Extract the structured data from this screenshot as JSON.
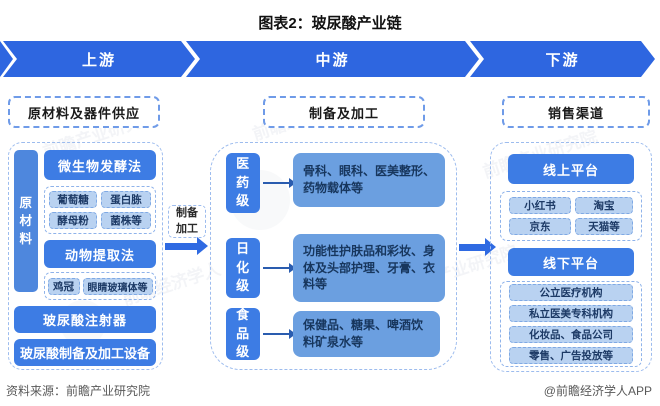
{
  "title": "图表2：玻尿酸产业链",
  "banner": {
    "upstream": "上游",
    "midstream": "中游",
    "downstream": "下游"
  },
  "upstream": {
    "header": "原材料及器件供应",
    "raw_material_label": "原材料",
    "fermentation": {
      "title": "微生物发酵法",
      "items": [
        "葡萄糖",
        "蛋白胨",
        "酵母粉",
        "菌株等"
      ]
    },
    "animal": {
      "title": "动物提取法",
      "items": [
        "鸡冠",
        "眼睛玻璃体等"
      ]
    },
    "syringe": "玻尿酸注射器",
    "equipment": "玻尿酸制备及加工设备"
  },
  "connector": {
    "label": "制备加工"
  },
  "midstream": {
    "header": "制备及加工",
    "grades": [
      {
        "grade": "医药级",
        "desc": "骨科、眼科、医美整形、药物载体等"
      },
      {
        "grade": "日化级",
        "desc": "功能性护肤品和彩妆、身体及头部护理、牙膏、衣料等"
      },
      {
        "grade": "食品级",
        "desc": "保健品、糖果、啤酒饮料矿泉水等"
      }
    ]
  },
  "downstream": {
    "header": "销售渠道",
    "online": {
      "title": "线上平台",
      "items": [
        "小红书",
        "淘宝",
        "京东",
        "天猫等"
      ]
    },
    "offline": {
      "title": "线下平台",
      "items": [
        "公立医疗机构",
        "私立医美专科机构",
        "化妆品、食品公司",
        "零售、广告投放等"
      ]
    }
  },
  "footer": {
    "source": "资料来源：前瞻产业研究院",
    "credit": "@前瞻经济学人APP"
  },
  "watermark": {
    "text": "前瞻产业研究院",
    "text2": "前瞻经济学人"
  },
  "colors": {
    "banner_blue": "#2e66e0",
    "button_blue": "#3d7ce4",
    "desc_blue": "#6b9fe0",
    "chip_blue": "#b9d2f1",
    "dark_text": "#17365d",
    "source_gray": "#595959"
  }
}
